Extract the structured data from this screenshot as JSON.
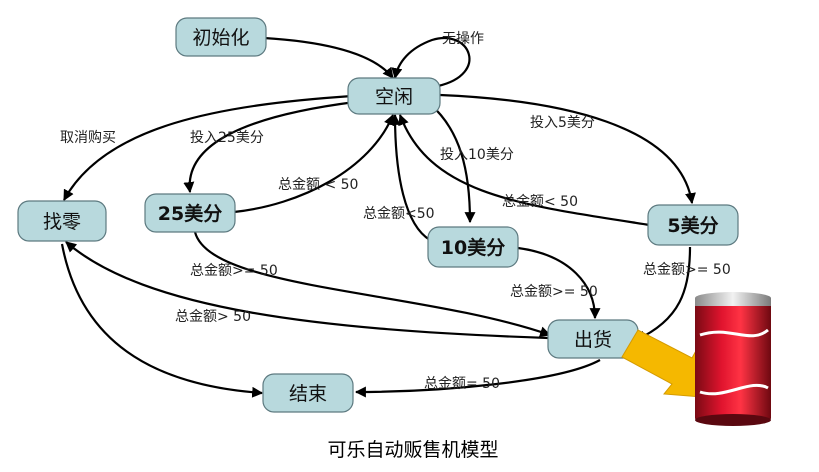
{
  "nodes": {
    "init": "初始化",
    "idle": "空闲",
    "change": "找零",
    "c25": "25美分",
    "c10": "10美分",
    "c5": "5美分",
    "ship": "出货",
    "end": "结束"
  },
  "edges": {
    "no_op": "无操作",
    "cancel": "取消购买",
    "insert25": "投入25美分",
    "insert10": "投入10美分",
    "insert5": "投入5美分",
    "lt50_from25": "总金额 < 50",
    "lt50_from10": "总金额<50",
    "lt50_from5": "总金额< 50",
    "ge50_from25": "总金额>= 50",
    "ge50_from10": "总金额>= 50",
    "ge50_from5": "总金额>= 50",
    "gt50": "总金额> 50",
    "eq50": "总金额= 50"
  },
  "caption": "可乐自动贩售机模型",
  "colors": {
    "node_fill": "#b8d9dd",
    "arrow_yellow": "#f5b800",
    "can_red": "#c8102e"
  }
}
